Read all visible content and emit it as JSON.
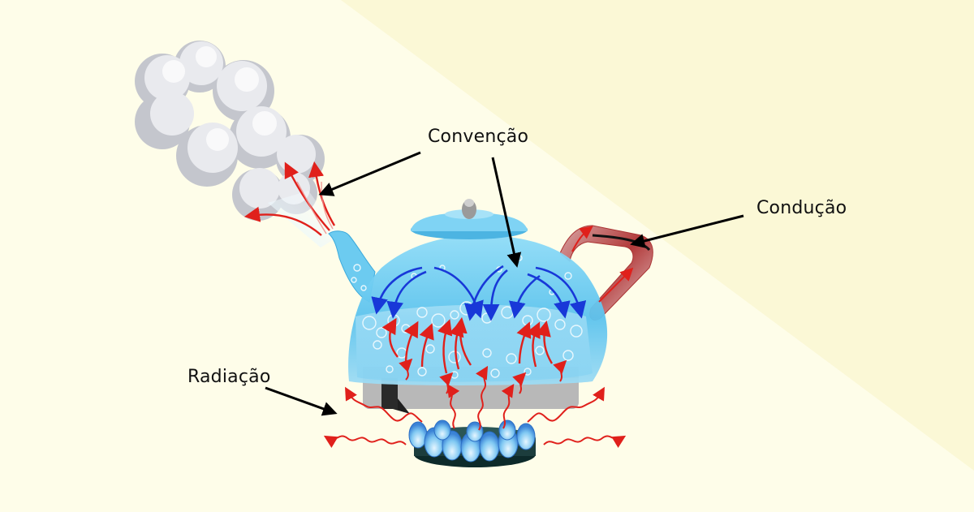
{
  "labels": {
    "convection": "Convenção",
    "conduction": "Condução",
    "radiation": "Radiação"
  },
  "colors": {
    "background_light": "#fefde9",
    "background_diagonal": "#fbf8d6",
    "heat_arrow": "#e0201b",
    "cool_arrow": "#1838d8",
    "kettle_glass": "#5fc6ee",
    "flame": "#7fc8f2",
    "steam": "#e7e8ec"
  },
  "icons": [
    "steam-cloud",
    "kettle",
    "stove-burner",
    "blue-flames",
    "heat-wave-arrows",
    "pointer-arrows"
  ]
}
